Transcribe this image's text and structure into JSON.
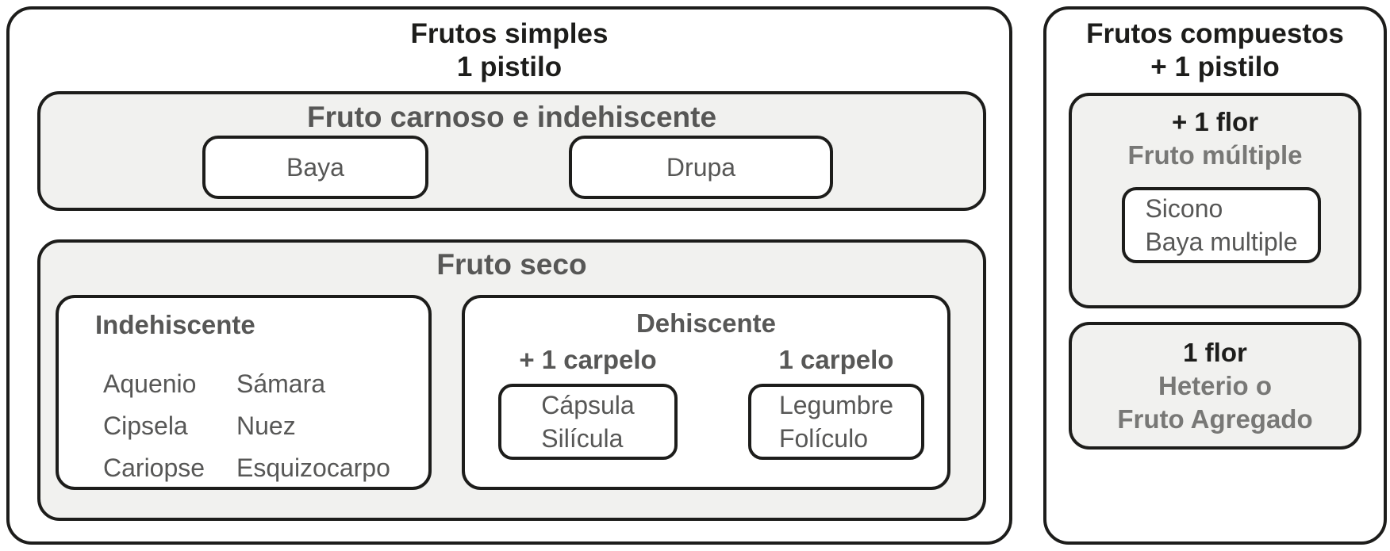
{
  "colors": {
    "border": "#1d1d1b",
    "panel_fill": "#f1f1ef",
    "text_black": "#1d1d1b",
    "text_dark_gray": "#575756",
    "text_light_gray": "#787876"
  },
  "simple_panel": {
    "title": "Frutos simples",
    "subtitle": "1 pistilo",
    "carnoso": {
      "header": "Fruto carnoso e indehiscente",
      "baya": "Baya",
      "drupa": "Drupa"
    },
    "seco": {
      "header": "Fruto seco",
      "indehiscente": {
        "header": "Indehiscente",
        "items": [
          "Aquenio",
          "Sámara",
          "Cipsela",
          "Nuez",
          "Cariopse",
          "Esquizocarpo"
        ]
      },
      "dehiscente": {
        "header": "Dehiscente",
        "multi_carpelo": {
          "subheader": "+ 1 carpelo",
          "line1": "Cápsula",
          "line2": "Silícula"
        },
        "uni_carpelo": {
          "subheader": "1 carpelo",
          "line1": "Legumbre",
          "line2": "Folículo"
        }
      }
    }
  },
  "compound_panel": {
    "title": "Frutos compuestos",
    "subtitle": "+ 1 pistilo",
    "multiple": {
      "subheader": "+ 1 flor",
      "header": "Fruto múltiple",
      "box_line1": "Sicono",
      "box_line2": "Baya multiple"
    },
    "aggregate": {
      "subheader": "1 flor",
      "line1": "Heterio o",
      "line2": "Fruto Agregado"
    }
  }
}
